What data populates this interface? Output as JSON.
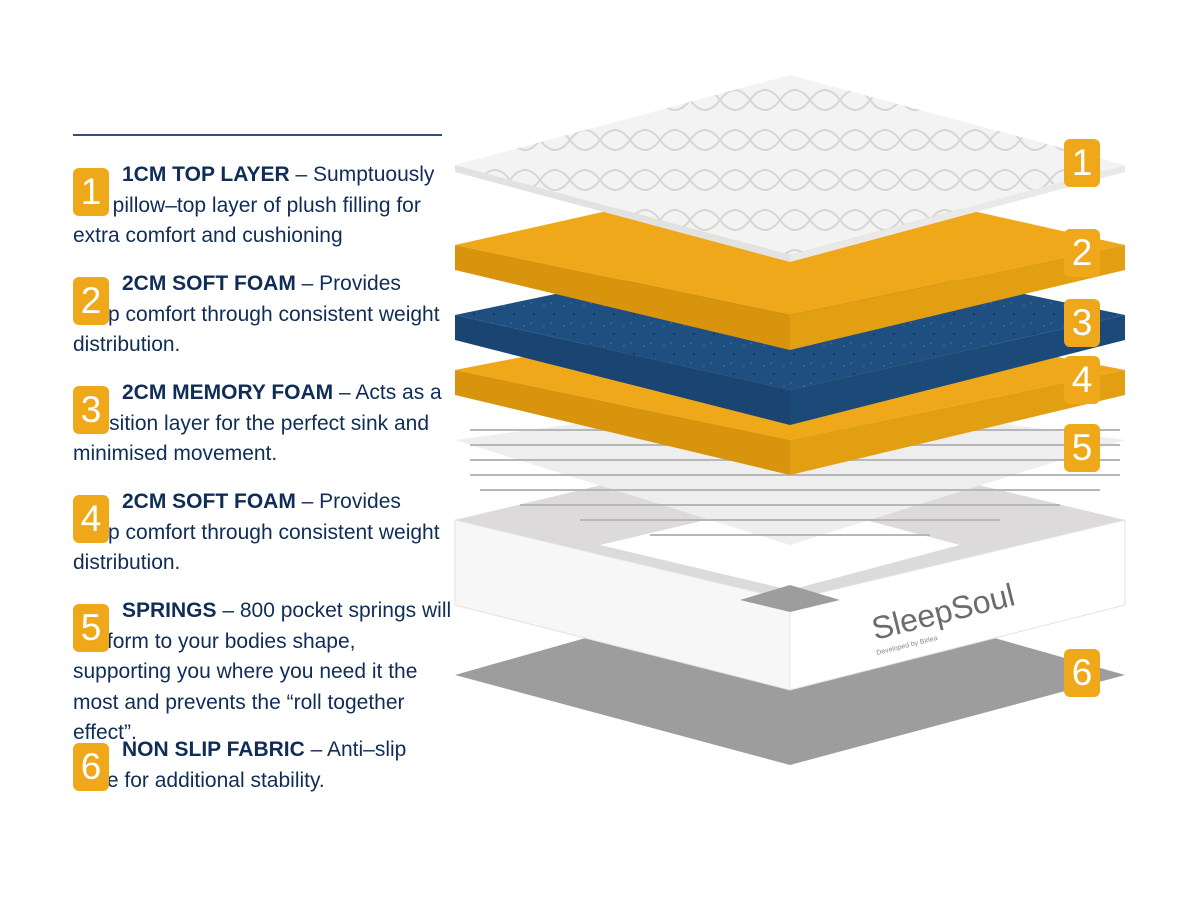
{
  "legend": [
    {
      "num": "1",
      "title": "1CM TOP LAYER",
      "text": " – Sumptuously soft pillow–top layer of plush filling for extra comfort and cushioning"
    },
    {
      "num": "2",
      "title": "2CM SOFT FOAM",
      "text": " – Provides deep comfort through consistent weight distribution."
    },
    {
      "num": "3",
      "title": "2CM MEMORY FOAM",
      "text": " – Acts as a transition layer for the perfect sink and minimised movement."
    },
    {
      "num": "4",
      "title": "2CM SOFT FOAM",
      "text": " – Provides deep comfort through consistent weight distribution."
    },
    {
      "num": "5",
      "title": "SPRINGS",
      "text": " – 800 pocket springs will conform to your bodies shape, supporting you where you need it the most and prevents the “roll together effect”."
    },
    {
      "num": "6",
      "title": "NON SLIP FABRIC",
      "text": " – Anti–slip base for additional stability."
    }
  ],
  "layer_badges": [
    "1",
    "2",
    "3",
    "4",
    "5",
    "6"
  ],
  "brand": {
    "name": "SleepSoul",
    "tagline": "Developed by Birlea"
  },
  "colors": {
    "accent": "#f0a81b",
    "text": "#0f2d57",
    "foam_yellow": "#f0a81b",
    "memory_blue": "#1f4f80",
    "base_grey": "#9a9a9a"
  }
}
